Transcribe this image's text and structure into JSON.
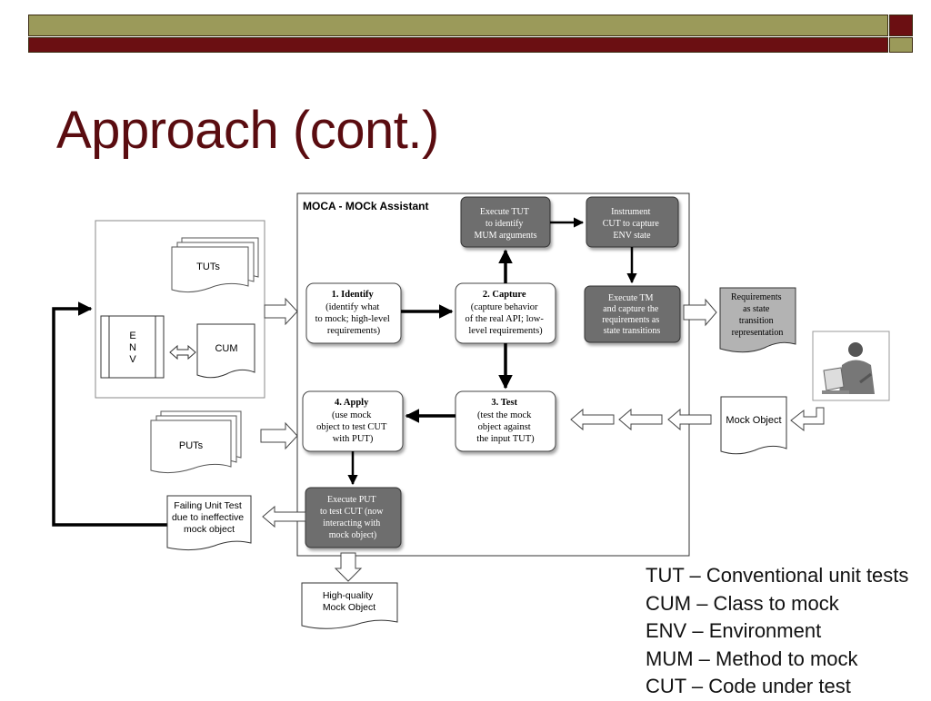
{
  "slide": {
    "title": "Approach (cont.)"
  },
  "diagram": {
    "moca_title": "MOCA - MOCk Assistant",
    "inputs": {
      "tuts": "TUTs",
      "env": [
        "E",
        "N",
        "V"
      ],
      "cum": "CUM",
      "puts": "PUTs"
    },
    "steps": {
      "identify": {
        "title": "1. Identify",
        "lines": [
          "(identify what",
          "to mock; high-level",
          "requirements)"
        ]
      },
      "capture": {
        "title": "2. Capture",
        "lines": [
          "(capture behavior",
          "of the real API; low-",
          "level requirements)"
        ]
      },
      "test": {
        "title": "3. Test",
        "lines": [
          "(test the mock",
          "object against",
          "the input TUT)"
        ]
      },
      "apply": {
        "title": "4. Apply",
        "lines": [
          "(use mock",
          "object to test CUT",
          "with PUT)"
        ]
      }
    },
    "dark_boxes": {
      "execute_tut": [
        "Execute TUT",
        "to identify",
        "MUM arguments"
      ],
      "instrument": [
        "Instrument",
        "CUT to capture",
        "ENV state"
      ],
      "execute_tm": [
        "Execute TM",
        "and capture the",
        "requirements as",
        "state transitions"
      ],
      "execute_put": [
        "Execute PUT",
        "to test CUT (now",
        "interacting with",
        "mock object)"
      ]
    },
    "outputs": {
      "requirements": [
        "Requirements",
        "as state",
        "transition",
        "representation"
      ],
      "mock_object": "Mock Object",
      "failing": [
        "Failing Unit Test",
        "due to ineffective",
        "mock object"
      ],
      "high_quality": [
        "High-quality",
        "Mock Object"
      ]
    }
  },
  "legend": [
    "TUT – Conventional unit tests",
    "CUM – Class to mock",
    "ENV – Environment",
    "MUM – Method to mock",
    "CUT – Code under test"
  ],
  "colors": {
    "maroon": "#6b0f12",
    "olive": "#9b9a5a",
    "title": "#5a0c10",
    "dark_box": "#6e6e6e",
    "req_doc": "#b3b3b3"
  }
}
